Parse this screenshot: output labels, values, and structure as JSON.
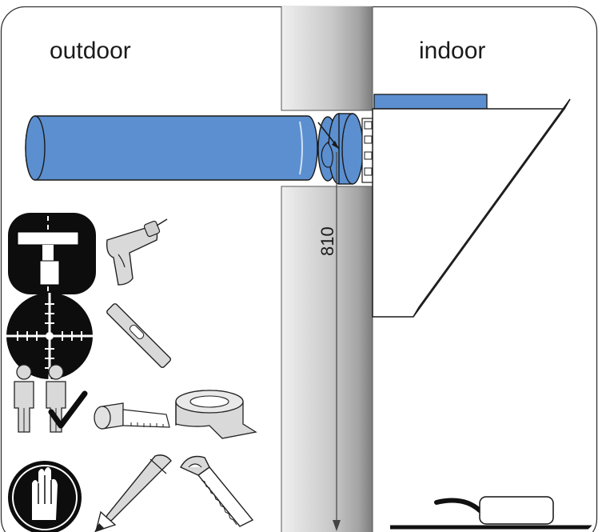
{
  "labels": {
    "outdoor": "outdoor",
    "indoor": "indoor",
    "dimension": "810"
  },
  "colors": {
    "duct_blue": "#5b8fcf",
    "wall_light": "#e6e6e6",
    "wall_dark": "#8f8f8f",
    "ink": "#111111"
  },
  "icons": [
    "template-icon",
    "drill-icon",
    "crosshair-icon",
    "spirit-level-icon",
    "two-persons-icon",
    "tape-measure-icon",
    "adhesive-tape-icon",
    "gloves-icon",
    "pencil-icon",
    "saw-icon"
  ]
}
